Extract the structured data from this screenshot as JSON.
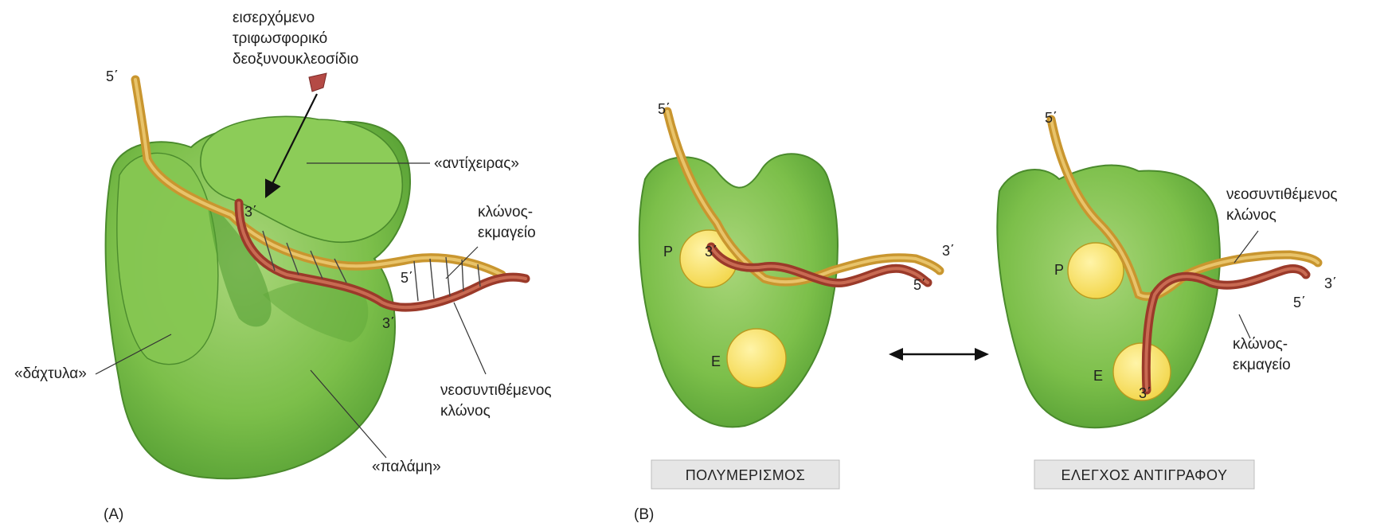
{
  "colors": {
    "protein": "#7cbf4a",
    "protein_dark": "#4f9a30",
    "protein_light": "#a9d67a",
    "site": "#f5dc55",
    "template_strand": "#c9962f",
    "new_strand": "#9b3a2a",
    "nucleotide": "#b44a45",
    "box_bg": "#e6e6e6"
  },
  "panelA": {
    "panel_label": "(A)",
    "incoming_nucleotide": [
      "εισερχόμενο",
      "τριφωσφορικό",
      "δεοξυνουκλεοσίδιο"
    ],
    "thumb": "«αντίχειρας»",
    "template_strand": [
      "κλώνος-",
      "εκμαγείο"
    ],
    "fingers": "«δάχτυλα»",
    "new_strand": [
      "νεοσυντιθέμενος",
      "κλώνος"
    ],
    "palm": "«παλάμη»",
    "primes": {
      "top_5": "5΄",
      "inner_3": "3΄",
      "right_5": "5΄",
      "lower_3": "3΄"
    }
  },
  "panelB": {
    "panel_label": "(B)",
    "left": {
      "box_label": "ΠΟΛΥΜΕΡΙΣΜΟΣ",
      "site_p": "P",
      "site_e": "E",
      "primes": {
        "top_5": "5΄",
        "inner_3": "3΄",
        "right_3": "3΄",
        "right_5": "5΄"
      }
    },
    "right": {
      "box_label": "ΕΛΕΓΧΟΣ ΑΝΤΙΓΡΑΦΟΥ",
      "site_p": "P",
      "site_e": "E",
      "new_strand": [
        "νεοσυντιθέμενος",
        "κλώνος"
      ],
      "template_strand": [
        "κλώνος-",
        "εκμαγείο"
      ],
      "primes": {
        "top_5": "5΄",
        "right_3": "3΄",
        "right_5": "5΄",
        "lower_3": "3΄"
      }
    },
    "arrow": "double-arrow"
  }
}
